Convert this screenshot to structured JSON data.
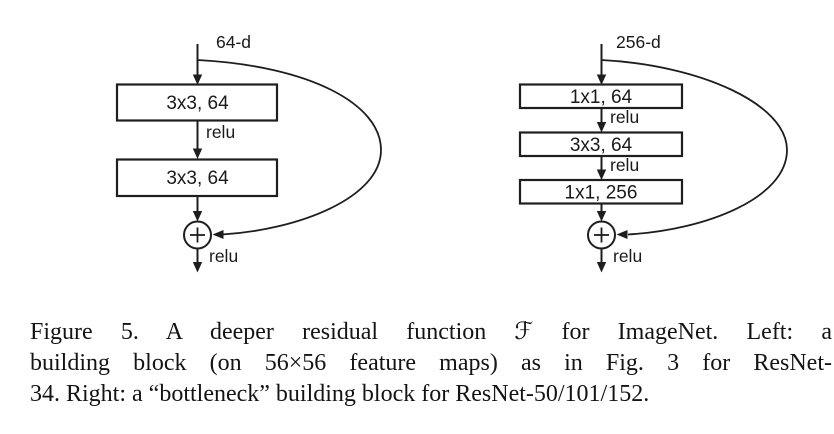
{
  "colors": {
    "ink": "#1e1e1e",
    "background": "#ffffff",
    "box_fill": "#ffffff"
  },
  "left_block": {
    "input_dim": "64-d",
    "conv1": "3x3, 64",
    "relu1": "relu",
    "conv2": "3x3, 64",
    "relu_out": "relu",
    "add_symbol": "+"
  },
  "right_block": {
    "input_dim": "256-d",
    "conv1": "1x1, 64",
    "relu1": "relu",
    "conv2": "3x3, 64",
    "relu2": "relu",
    "conv3": "1x1, 256",
    "relu_out": "relu",
    "add_symbol": "+"
  },
  "caption": {
    "line1": "Figure 5. A deeper residual function ℱ for ImageNet. Left: a",
    "line2": "building block (on 56×56 feature maps) as in Fig. 3 for ResNet-",
    "line3": "34. Right: a “bottleneck” building block for ResNet-50/101/152."
  }
}
